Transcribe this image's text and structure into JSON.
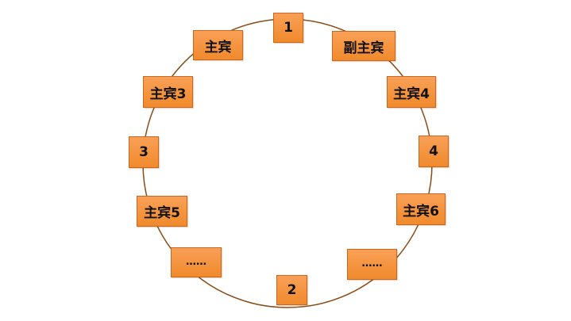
{
  "diagram": {
    "ring_color": "#8a4b14",
    "box_fill": "#f5943c",
    "box_border": "#c9671c",
    "nodes": [
      {
        "id": "seat-1",
        "label": "1"
      },
      {
        "id": "host",
        "label": "主宾"
      },
      {
        "id": "deputy-host",
        "label": "副主宾"
      },
      {
        "id": "host-3",
        "label": "主宾3"
      },
      {
        "id": "host-4",
        "label": "主宾4"
      },
      {
        "id": "seat-3",
        "label": "3"
      },
      {
        "id": "seat-4",
        "label": "4"
      },
      {
        "id": "host-5",
        "label": "主宾5"
      },
      {
        "id": "host-6",
        "label": "主宾6"
      },
      {
        "id": "ellipsis-left",
        "label": "……"
      },
      {
        "id": "ellipsis-right",
        "label": "……"
      },
      {
        "id": "seat-2",
        "label": "2"
      }
    ]
  }
}
